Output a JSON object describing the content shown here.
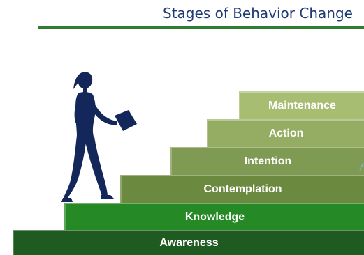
{
  "title": "Stages of Behavior Change",
  "steps": [
    {
      "label": "Awareness",
      "color": "#1f5a20"
    },
    {
      "label": "Knowledge",
      "color": "#258a25"
    },
    {
      "label": "Contemplation",
      "color": "#6b8a3f"
    },
    {
      "label": "Intention",
      "color": "#7f9a52"
    },
    {
      "label": "Action",
      "color": "#94ad62"
    },
    {
      "label": "Maintenance",
      "color": "#a7bd72"
    }
  ],
  "colors": {
    "title": "#1f3b73",
    "rule": "#2e7d32",
    "silhouette": "#14275a"
  }
}
